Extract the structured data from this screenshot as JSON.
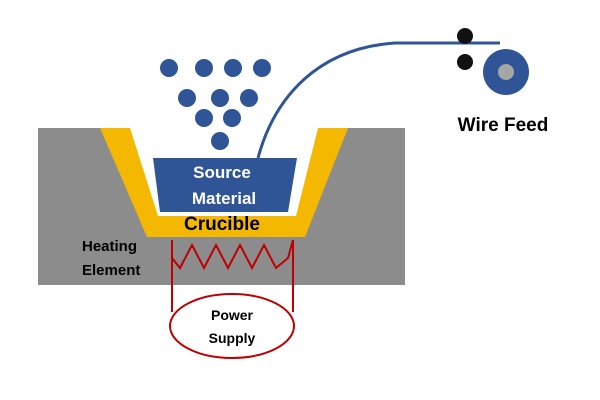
{
  "labels": {
    "source_line1": "Source",
    "source_line2": "Material",
    "crucible": "Crucible",
    "heating_line1": "Heating",
    "heating_line2": "Element",
    "power_line1": "Power",
    "power_line2": "Supply",
    "wire_feed": "Wire Feed"
  },
  "colors": {
    "furnace": "#8c8c8c",
    "crucible": "#f5b800",
    "source_material": "#2f5597",
    "particles": "#2f5597",
    "heater": "#c00000",
    "wire": "#2f5597",
    "rollers": "#111111",
    "spool": "#2f5597",
    "spool_hub": "#a6a6a6"
  }
}
